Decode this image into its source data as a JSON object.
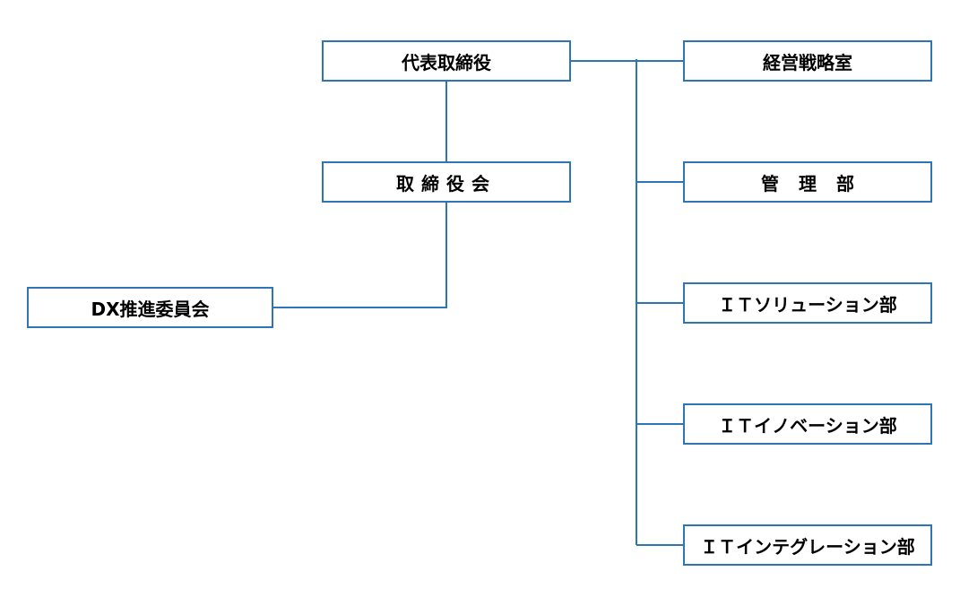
{
  "org_chart": {
    "ceo": "代表取締役",
    "board": "取締役会",
    "dx_committee": "DX推進委員会",
    "departments": {
      "strategy_office": "経営戦略室",
      "administration": "管理部",
      "it_solution": "ＩＴソリューション部",
      "it_innovation": "ＩＴイノベーション部",
      "it_integration": "ＩＴインテグレーション部"
    }
  },
  "colors": {
    "border": "#2e75b6",
    "connector": "#2e75b6",
    "text": "#000000",
    "background": "#ffffff"
  }
}
